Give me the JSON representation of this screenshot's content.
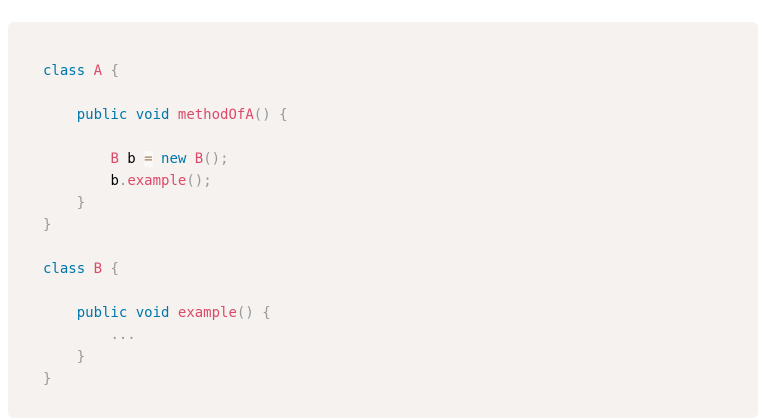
{
  "colors": {
    "page_background": "#ffffff",
    "code_background": "#f5f2f0",
    "keyword": "#0077aa",
    "class_name": "#dd4a68",
    "punctuation": "#999999",
    "operator": "#a67f59",
    "operator_highlight": "rgba(255,255,255,0.5)",
    "plain": "#000000"
  },
  "code": {
    "lines": [
      {
        "tokens": [
          [
            "keyword",
            "class"
          ],
          [
            "plain",
            " "
          ],
          [
            "class-name",
            "A"
          ],
          [
            "plain",
            " "
          ],
          [
            "punctuation",
            "{"
          ]
        ]
      },
      {
        "tokens": []
      },
      {
        "tokens": [
          [
            "plain",
            "    "
          ],
          [
            "keyword",
            "public"
          ],
          [
            "plain",
            " "
          ],
          [
            "keyword",
            "void"
          ],
          [
            "plain",
            " "
          ],
          [
            "function",
            "methodOfA"
          ],
          [
            "punctuation",
            "("
          ],
          [
            "punctuation",
            ")"
          ],
          [
            "plain",
            " "
          ],
          [
            "punctuation",
            "{"
          ]
        ]
      },
      {
        "tokens": []
      },
      {
        "tokens": [
          [
            "plain",
            "        "
          ],
          [
            "class-name",
            "B"
          ],
          [
            "plain",
            " b "
          ],
          [
            "operator",
            "="
          ],
          [
            "plain",
            " "
          ],
          [
            "keyword",
            "new"
          ],
          [
            "plain",
            " "
          ],
          [
            "class-name",
            "B"
          ],
          [
            "punctuation",
            "("
          ],
          [
            "punctuation",
            ")"
          ],
          [
            "punctuation",
            ";"
          ]
        ]
      },
      {
        "tokens": [
          [
            "plain",
            "        "
          ],
          [
            "plain",
            "b"
          ],
          [
            "punctuation",
            "."
          ],
          [
            "function",
            "example"
          ],
          [
            "punctuation",
            "("
          ],
          [
            "punctuation",
            ")"
          ],
          [
            "punctuation",
            ";"
          ]
        ]
      },
      {
        "tokens": [
          [
            "plain",
            "    "
          ],
          [
            "punctuation",
            "}"
          ]
        ]
      },
      {
        "tokens": [
          [
            "punctuation",
            "}"
          ]
        ]
      },
      {
        "tokens": []
      },
      {
        "tokens": [
          [
            "keyword",
            "class"
          ],
          [
            "plain",
            " "
          ],
          [
            "class-name",
            "B"
          ],
          [
            "plain",
            " "
          ],
          [
            "punctuation",
            "{"
          ]
        ]
      },
      {
        "tokens": []
      },
      {
        "tokens": [
          [
            "plain",
            "    "
          ],
          [
            "keyword",
            "public"
          ],
          [
            "plain",
            " "
          ],
          [
            "keyword",
            "void"
          ],
          [
            "plain",
            " "
          ],
          [
            "function",
            "example"
          ],
          [
            "punctuation",
            "("
          ],
          [
            "punctuation",
            ")"
          ],
          [
            "plain",
            " "
          ],
          [
            "punctuation",
            "{"
          ]
        ]
      },
      {
        "tokens": [
          [
            "plain",
            "        "
          ],
          [
            "punctuation",
            "..."
          ]
        ]
      },
      {
        "tokens": [
          [
            "plain",
            "    "
          ],
          [
            "punctuation",
            "}"
          ]
        ]
      },
      {
        "tokens": [
          [
            "punctuation",
            "}"
          ]
        ]
      }
    ]
  }
}
